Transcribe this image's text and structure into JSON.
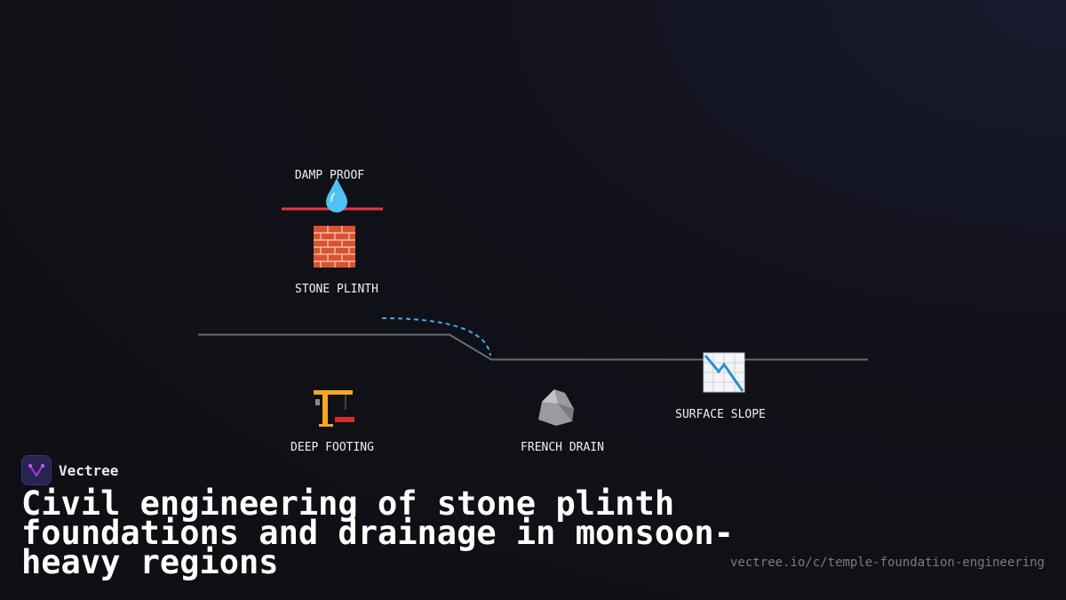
{
  "diagram": {
    "labels": {
      "damp_proof": "DAMP PROOF",
      "stone_plinth": "STONE PLINTH",
      "deep_footing": "DEEP FOOTING",
      "french_drain": "FRENCH DRAIN",
      "surface_slope": "SURFACE SLOPE"
    },
    "icons": [
      "droplet-icon",
      "brick-icon",
      "crane-icon",
      "rock-icon",
      "chart-decreasing-icon"
    ],
    "colors": {
      "damp_line": "#e8383d",
      "water_path": "#3fa9f5",
      "ground": "#6a6a70"
    }
  },
  "brand": {
    "name": "Vectree"
  },
  "title": "Civil engineering of stone plinth foundations and drainage in monsoon-heavy regions",
  "url": "vectree.io/c/temple-foundation-engineering"
}
